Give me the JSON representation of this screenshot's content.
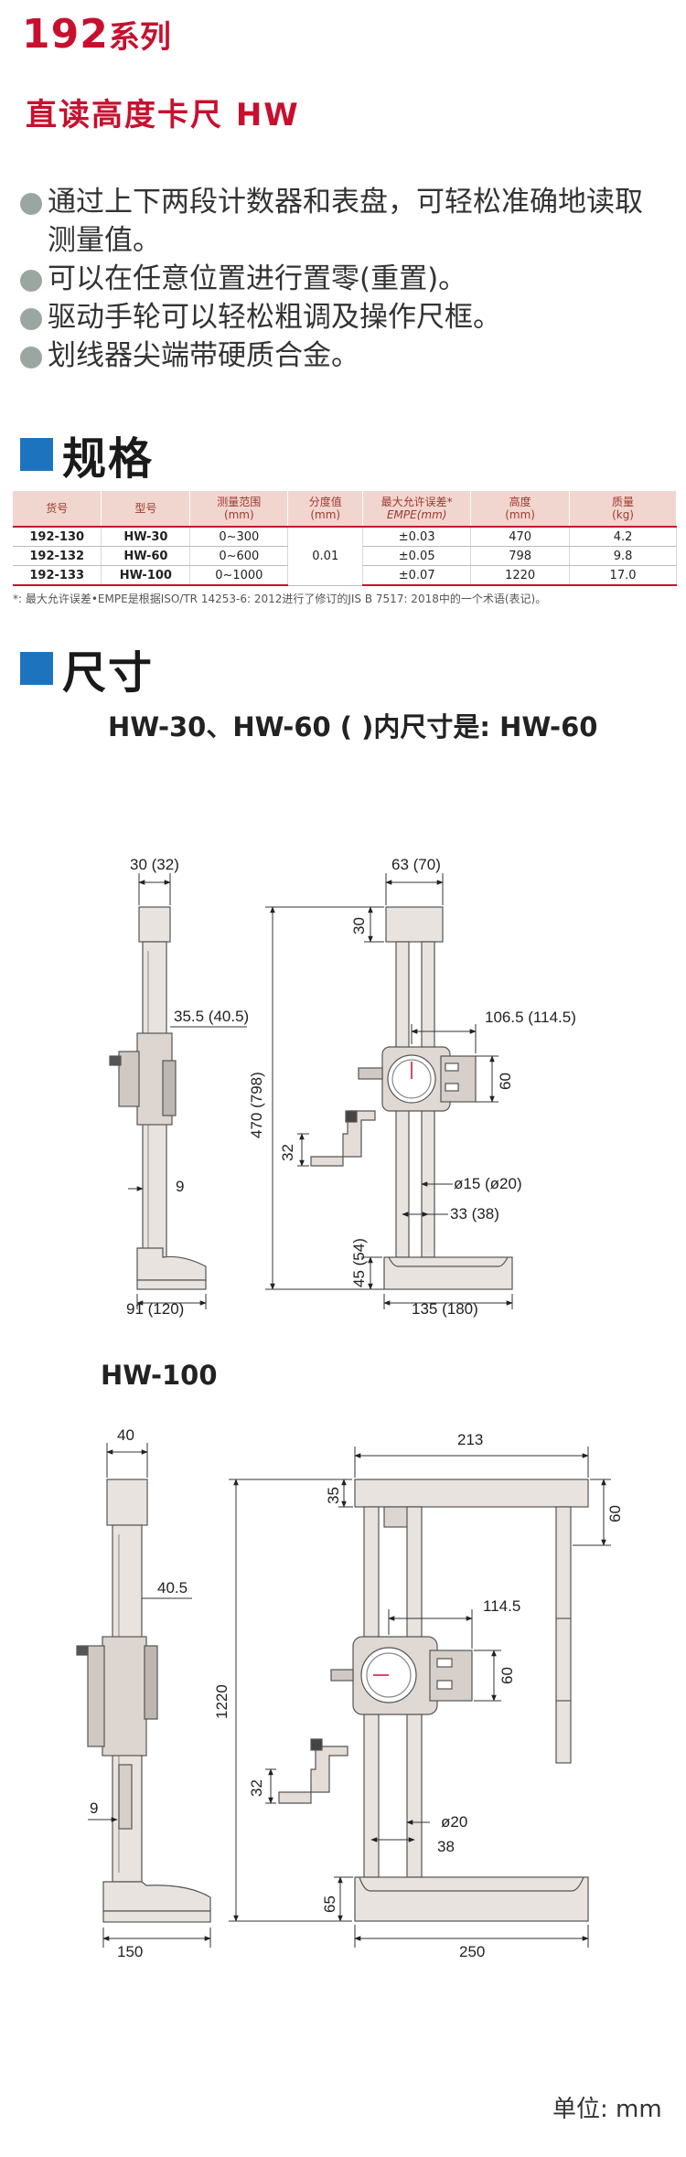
{
  "header": {
    "series_number": "192",
    "series_suffix": "系列",
    "product_title": "直读高度卡尺 HW"
  },
  "features": [
    "通过上下两段计数器和表盘，可轻松准确地读取测量值。",
    "可以在任意位置进行置零(重置)。",
    "驱动手轮可以轻松粗调及操作尺框。",
    "划线器尖端带硬质合金。"
  ],
  "spec_section": {
    "title": "规格"
  },
  "spec_table": {
    "headers": {
      "code": "货号",
      "model": "型号",
      "range": "测量范围",
      "range_unit": "(mm)",
      "graduation": "分度值",
      "graduation_unit": "(mm)",
      "mpe": "最大允许误差*",
      "mpe_unit": "EMPE(mm)",
      "height": "高度",
      "height_unit": "(mm)",
      "mass": "质量",
      "mass_unit": "(kg)"
    },
    "graduation_value": "0.01",
    "rows": [
      {
        "code": "192-130",
        "model": "HW-30",
        "range": "0~300",
        "mpe": "±0.03",
        "height": "470",
        "mass": "4.2"
      },
      {
        "code": "192-132",
        "model": "HW-60",
        "range": "0~600",
        "mpe": "±0.05",
        "height": "798",
        "mass": "9.8"
      },
      {
        "code": "192-133",
        "model": "HW-100",
        "range": "0~1000",
        "mpe": "±0.07",
        "height": "1220",
        "mass": "17.0"
      }
    ],
    "footnote": "*: 最大允许误差•EMPE是根据ISO/TR 14253-6: 2012进行了修订的JIS B 7517: 2018中的一个术语(表记)。"
  },
  "dim_section": {
    "title": "尺寸"
  },
  "drawing1": {
    "caption": "HW-30、HW-60 (    )内尺寸是: HW-60",
    "labels": {
      "side_top_width": "30 (32)",
      "side_offset": "35.5 (40.5)",
      "side_tip": "9",
      "side_base_width": "91 (120)",
      "front_top_width": "63 (70)",
      "front_top_height": "30",
      "front_total_height": "470 (798)",
      "front_scriber": "32",
      "front_dial_width": "106.5 (114.5)",
      "front_dial_height": "60",
      "front_column_dia": "ø15 (ø20)",
      "front_column_pitch": "33 (38)",
      "front_base_height": "45 (54)",
      "front_base_width": "135 (180)"
    }
  },
  "drawing2": {
    "caption": "HW-100",
    "labels": {
      "side_top_width": "40",
      "side_offset": "40.5",
      "side_tip": "9",
      "side_base_width": "150",
      "front_top_width": "213",
      "front_top_height": "35",
      "front_right_height": "60",
      "front_dial_width": "114.5",
      "front_dial_height": "60",
      "front_total_height": "1220",
      "front_scriber": "32",
      "front_column_dia": "ø20",
      "front_column_pitch": "38",
      "front_base_height": "65",
      "front_base_width": "250"
    }
  },
  "unit_label": "单位: mm",
  "colors": {
    "accent_red": "#c8102e",
    "section_blue": "#1e73be",
    "bullet_gray": "#9aa7a1",
    "table_head": "#f0d6cf"
  }
}
